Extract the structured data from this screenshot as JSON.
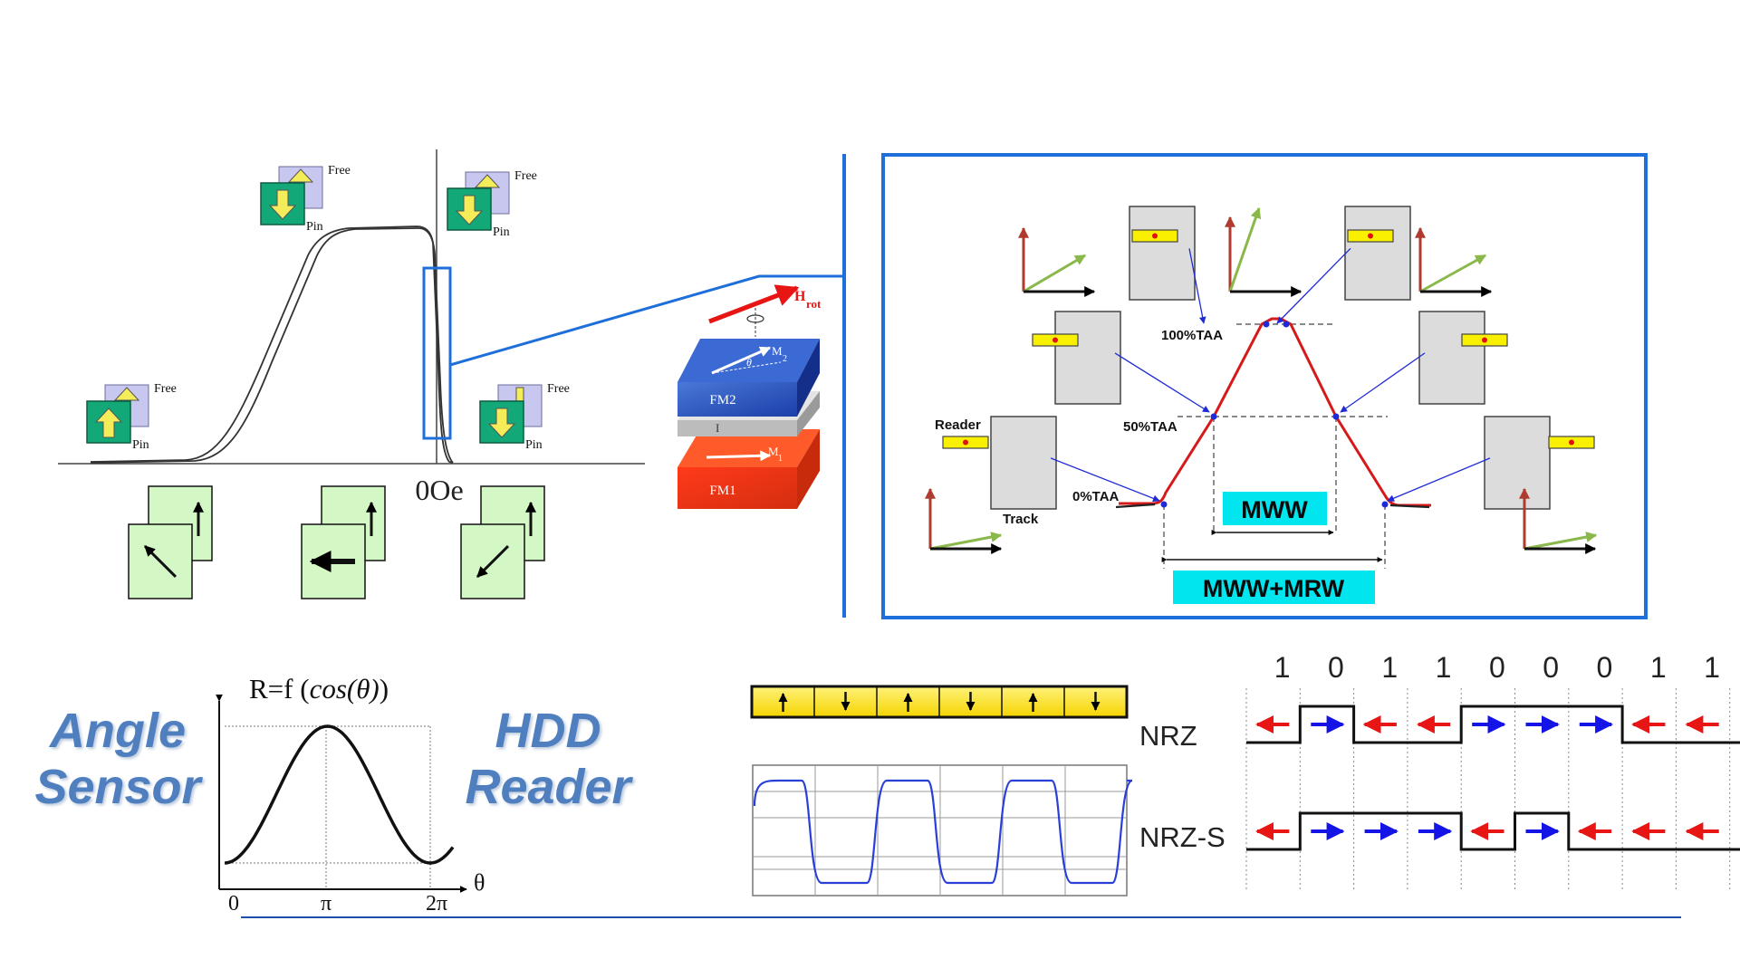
{
  "hysteresis": {
    "field_label": "0Oe",
    "free_label": "Free",
    "pin_label": "Pin"
  },
  "stack": {
    "field_label": "H",
    "field_subscript": "rot",
    "fm2_label": "FM2",
    "barrier_label": "I",
    "fm1_label": "FM1",
    "m2_label": "M",
    "m2_sub": "2",
    "m1_label": "M",
    "m1_sub": "1",
    "theta_label": "θ"
  },
  "track_profile": {
    "reader_label": "Reader",
    "track_label": "Track",
    "level_100": "100%TAA",
    "level_50": "50%TAA",
    "level_0": "0%TAA",
    "mww_label": "MWW",
    "mww_mrw_label": "MWW+MRW",
    "box_color": "#1e6fd9",
    "badge_color": "#00e5ee"
  },
  "angle_plot": {
    "title_prefix": "R=f (",
    "title_func": "cos(θ)",
    "title_suffix": ")",
    "x_axis_symbol": "θ",
    "ticks": [
      "0",
      "π",
      "2π"
    ],
    "left_label_line1": "Angle",
    "left_label_line2": "Sensor",
    "right_label_line1": "HDD",
    "right_label_line2": "Reader"
  },
  "encoding": {
    "bits": [
      "1",
      "0",
      "1",
      "1",
      "0",
      "0",
      "0",
      "1",
      "1"
    ],
    "nrz_label": "NRZ",
    "nrzs_label": "NRZ-S"
  }
}
